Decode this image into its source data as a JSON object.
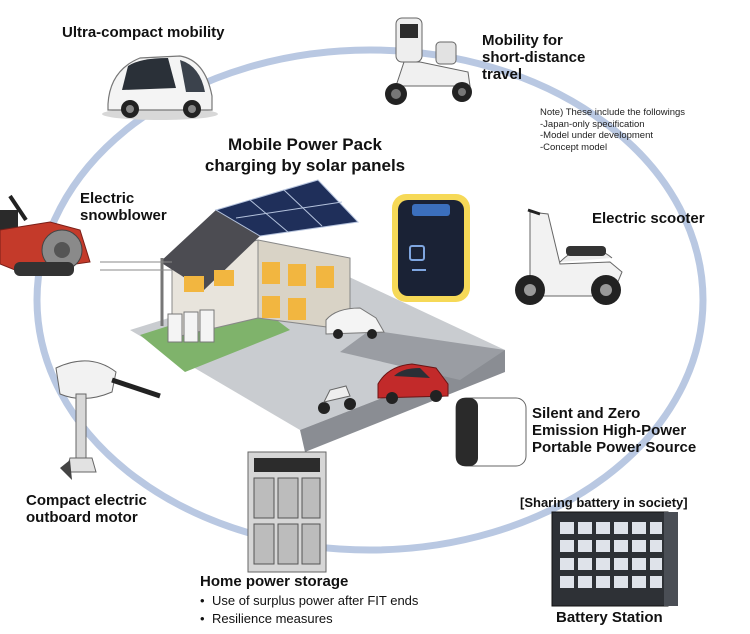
{
  "note": {
    "lines": [
      "Note) These include the followings",
      "-Japan-only specification",
      "-Model under development",
      "-Concept model"
    ]
  },
  "center": {
    "title_line1": "Mobile Power Pack",
    "title_line2": "charging by solar panels"
  },
  "labels": {
    "ultra_compact": "Ultra-compact mobility",
    "short_distance_1": "Mobility for",
    "short_distance_2": "short-distance",
    "short_distance_3": "travel",
    "snowblower_1": "Electric",
    "snowblower_2": "snowblower",
    "scooter": "Electric scooter",
    "power_source_1": "Silent and Zero",
    "power_source_2": "Emission High-Power",
    "power_source_3": "Portable Power Source",
    "outboard_1": "Compact electric",
    "outboard_2": "outboard motor",
    "home_storage": "Home power storage",
    "home_bullet_1": "Use of surplus power after FIT ends",
    "home_bullet_2": "Resilience measures",
    "sharing": "[Sharing battery in society]",
    "battery_station": "Battery Station"
  },
  "colors": {
    "ring": "#b9c8e2",
    "power_pack_glow": "#f4d23a",
    "power_pack_body": "#1a2235",
    "roof_solar": "#1f2f5a",
    "house_wall": "#e8e4dc",
    "window": "#f2b640",
    "lawn": "#7fb36b",
    "road": "#8a8d93",
    "red_car": "#c22a2a",
    "snowblower_red": "#c43a2a"
  },
  "icons": [
    "ultra-compact-car-icon",
    "three-wheel-mobility-icon",
    "electric-scooter-icon",
    "snowblower-icon",
    "outboard-motor-icon",
    "home-storage-cabinet-icon",
    "portable-power-source-icon",
    "battery-station-icon",
    "mobile-power-pack-icon",
    "solar-house-icon"
  ]
}
